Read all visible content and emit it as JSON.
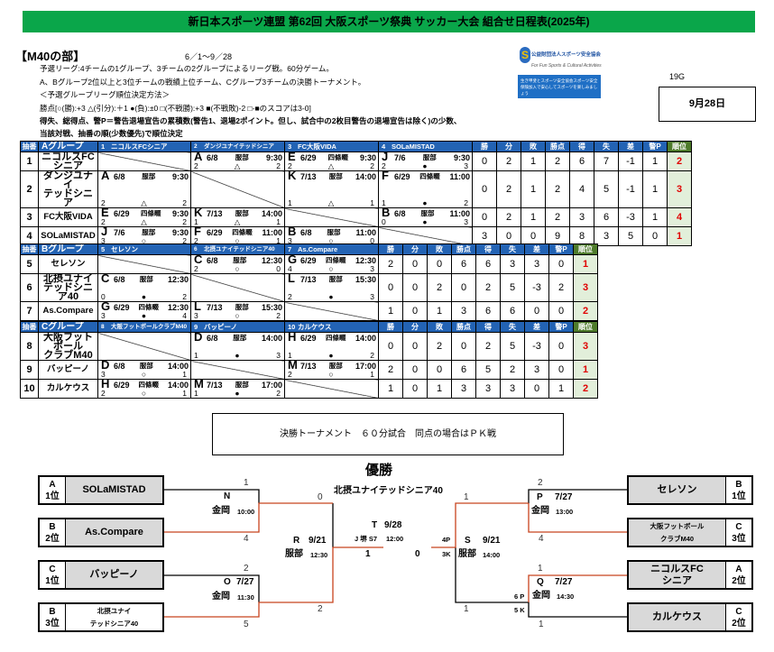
{
  "title": "新日本スポーツ連盟 第62回 大阪スポーツ祭典 サッカー大会 組合せ日程表(2025年)",
  "section": "【M40の部】",
  "period": "6／1～9／28",
  "rules": [
    "予選リーグ:4チームの1グループ、3チームの2グループによるリーグ戦。60分ゲーム。",
    "A、Bグループ2位以上と3位チームの戦績上位チーム、Cグループ3チームの決勝トーナメント。",
    "＜予選グループリーグ順位決定方法＞",
    "勝点[○(勝):+3 △(引分):＋1 ●(負):±0 □(不戦勝):+3 ■(不戦敗)-2 □-■のスコアは3-0]",
    "得失、総得点、警P＝警告退場宣告の累積数(警告1、退場2ポイント。但し、試合中の2枚目警告の退場宣告は除く)の少数、",
    "当該対戦、抽番の順(少数優先)で順位決定"
  ],
  "logo": {
    "line1": "公益財団法人スポーツ安全協会",
    "line2": "For Fun Sports & Cultural Activities",
    "line3": "生き甲斐とスポーツ安全協会スポーツ安全保険加入で安心してスポーツを楽しみましょう"
  },
  "game_count": "19G",
  "date_box": "9月28日",
  "stat_headers": [
    "勝",
    "分",
    "敗",
    "勝点",
    "得",
    "失",
    "差",
    "警P",
    "順位"
  ],
  "draw_label": "抽番",
  "groups": [
    {
      "name": "Aグループ",
      "teams": [
        {
          "no": "1",
          "header": "ニコルスFCシニア",
          "name": "ニコルスFC\nシニア"
        },
        {
          "no": "2",
          "header": "ダンジユナイテッドシニア",
          "name": "ダンジユナイ\nテッドシニア"
        },
        {
          "no": "3",
          "header": "FC大阪VIDA",
          "name": "FC大阪VIDA",
          "big": true
        },
        {
          "no": "4",
          "header": "SOLaMISTAD",
          "name": "SOLaMISTAD",
          "big": true
        }
      ],
      "matches": [
        [
          null,
          {
            "code": "A",
            "date": "6/8",
            "venue": "服部",
            "time": "9:30",
            "sl": "2",
            "res": "△",
            "sr": "2"
          },
          {
            "code": "E",
            "date": "6/29",
            "venue": "四條畷",
            "time": "9:30",
            "sl": "2",
            "res": "△",
            "sr": "2"
          },
          {
            "code": "J",
            "date": "7/6",
            "venue": "服部",
            "time": "9:30",
            "sl": "2",
            "res": "●",
            "sr": "3"
          }
        ],
        [
          {
            "code": "A",
            "date": "6/8",
            "venue": "服部",
            "time": "9:30",
            "sl": "2",
            "res": "△",
            "sr": "2"
          },
          null,
          {
            "code": "K",
            "date": "7/13",
            "venue": "服部",
            "time": "14:00",
            "sl": "1",
            "res": "△",
            "sr": "1"
          },
          {
            "code": "F",
            "date": "6/29",
            "venue": "四條畷",
            "time": "11:00",
            "sl": "1",
            "res": "●",
            "sr": "2"
          }
        ],
        [
          {
            "code": "E",
            "date": "6/29",
            "venue": "四條畷",
            "time": "9:30",
            "sl": "2",
            "res": "△",
            "sr": "2"
          },
          {
            "code": "K",
            "date": "7/13",
            "venue": "服部",
            "time": "14:00",
            "sl": "1",
            "res": "△",
            "sr": "1"
          },
          null,
          {
            "code": "B",
            "date": "6/8",
            "venue": "服部",
            "time": "11:00",
            "sl": "0",
            "res": "●",
            "sr": "3"
          }
        ],
        [
          {
            "code": "J",
            "date": "7/6",
            "venue": "服部",
            "time": "9:30",
            "sl": "3",
            "res": "○",
            "sr": "2"
          },
          {
            "code": "F",
            "date": "6/29",
            "venue": "四條畷",
            "time": "11:00",
            "sl": "2",
            "res": "○",
            "sr": "1"
          },
          {
            "code": "B",
            "date": "6/8",
            "venue": "服部",
            "time": "11:00",
            "sl": "3",
            "res": "○",
            "sr": "0"
          },
          null
        ]
      ],
      "stats": [
        [
          "0",
          "2",
          "1",
          "2",
          "6",
          "7",
          "-1",
          "1",
          "2"
        ],
        [
          "0",
          "2",
          "1",
          "2",
          "4",
          "5",
          "-1",
          "1",
          "3"
        ],
        [
          "0",
          "2",
          "1",
          "2",
          "3",
          "6",
          "-3",
          "1",
          "4"
        ],
        [
          "3",
          "0",
          "0",
          "9",
          "8",
          "3",
          "5",
          "0",
          "1"
        ]
      ]
    },
    {
      "name": "Bグループ",
      "teams": [
        {
          "no": "5",
          "header": "セレソン",
          "name": "セレソン",
          "big": true
        },
        {
          "no": "6",
          "header": "北摂ユナイテッドシニア40",
          "name": "北摂ユナイ\nテッドシニア40"
        },
        {
          "no": "7",
          "header": "As.Compare",
          "name": "As.Compare",
          "big": true
        }
      ],
      "matches": [
        [
          null,
          {
            "code": "C",
            "date": "6/8",
            "venue": "服部",
            "time": "12:30",
            "sl": "2",
            "res": "○",
            "sr": "0"
          },
          {
            "code": "G",
            "date": "6/29",
            "venue": "四條畷",
            "time": "12:30",
            "sl": "4",
            "res": "○",
            "sr": "3"
          }
        ],
        [
          {
            "code": "C",
            "date": "6/8",
            "venue": "服部",
            "time": "12:30",
            "sl": "0",
            "res": "●",
            "sr": "2"
          },
          null,
          {
            "code": "L",
            "date": "7/13",
            "venue": "服部",
            "time": "15:30",
            "sl": "2",
            "res": "●",
            "sr": "3"
          }
        ],
        [
          {
            "code": "G",
            "date": "6/29",
            "venue": "四條畷",
            "time": "12:30",
            "sl": "3",
            "res": "●",
            "sr": "4"
          },
          {
            "code": "L",
            "date": "7/13",
            "venue": "服部",
            "time": "15:30",
            "sl": "3",
            "res": "○",
            "sr": "2"
          },
          null
        ]
      ],
      "stats": [
        [
          "2",
          "0",
          "0",
          "6",
          "6",
          "3",
          "3",
          "0",
          "1"
        ],
        [
          "0",
          "0",
          "2",
          "0",
          "2",
          "5",
          "-3",
          "2",
          "3"
        ],
        [
          "1",
          "0",
          "1",
          "3",
          "6",
          "6",
          "0",
          "0",
          "2"
        ]
      ]
    },
    {
      "name": "Cグループ",
      "teams": [
        {
          "no": "8",
          "header": "大阪フットボールクラブM40",
          "name": "大阪フットボール\nクラブM40"
        },
        {
          "no": "9",
          "header": "バッピーノ",
          "name": "バッピーノ",
          "big": true
        },
        {
          "no": "10",
          "header": "カルケウス",
          "name": "カルケウス",
          "big": true
        }
      ],
      "matches": [
        [
          null,
          {
            "code": "D",
            "date": "6/8",
            "venue": "服部",
            "time": "14:00",
            "sl": "1",
            "res": "●",
            "sr": "3"
          },
          {
            "code": "H",
            "date": "6/29",
            "venue": "四條畷",
            "time": "14:00",
            "sl": "1",
            "res": "●",
            "sr": "2"
          }
        ],
        [
          {
            "code": "D",
            "date": "6/8",
            "venue": "服部",
            "time": "14:00",
            "sl": "3",
            "res": "○",
            "sr": "1"
          },
          null,
          {
            "code": "M",
            "date": "7/13",
            "venue": "服部",
            "time": "17:00",
            "sl": "2",
            "res": "○",
            "sr": "1"
          }
        ],
        [
          {
            "code": "H",
            "date": "6/29",
            "venue": "四條畷",
            "time": "14:00",
            "sl": "2",
            "res": "○",
            "sr": "1"
          },
          {
            "code": "M",
            "date": "7/13",
            "venue": "服部",
            "time": "17:00",
            "sl": "1",
            "res": "●",
            "sr": "2"
          },
          null
        ]
      ],
      "stats": [
        [
          "0",
          "0",
          "2",
          "0",
          "2",
          "5",
          "-3",
          "0",
          "3"
        ],
        [
          "2",
          "0",
          "0",
          "6",
          "5",
          "2",
          "3",
          "0",
          "1"
        ],
        [
          "1",
          "0",
          "1",
          "3",
          "3",
          "3",
          "0",
          "1",
          "2"
        ]
      ]
    }
  ],
  "tournament": {
    "notice": "決勝トーナメント　６０分試合　同点の場合はＰＫ戦",
    "champion_label": "優勝",
    "champion": "北摂ユナイテッドシニア40",
    "left": [
      {
        "group": "A",
        "rank": "1位",
        "name": "SOLaMISTAD",
        "shaded": true
      },
      {
        "group": "B",
        "rank": "2位",
        "name": "As.Compare",
        "shaded": true
      },
      {
        "group": "C",
        "rank": "1位",
        "name": "バッピーノ",
        "shaded": true
      },
      {
        "group": "B",
        "rank": "3位",
        "name": "北摂ユナイ\nテッドシニア40",
        "shaded": false,
        "small": true
      }
    ],
    "right": [
      {
        "group": "B",
        "rank": "1位",
        "name": "セレソン",
        "shaded": true
      },
      {
        "group": "C",
        "rank": "3位",
        "name": "大阪フットボール\nクラブM40",
        "shaded": true,
        "small": true
      },
      {
        "group": "A",
        "rank": "2位",
        "name": "ニコルスFC\nシニア",
        "shaded": true
      },
      {
        "group": "C",
        "rank": "2位",
        "name": "カルケウス",
        "shaded": true
      }
    ],
    "matches": {
      "N": {
        "label": "N",
        "date": "",
        "venue": "金岡",
        "time": "10:00",
        "score_top": "1",
        "score_bottom": "4"
      },
      "O": {
        "label": "O",
        "date": "7/27",
        "venue": "金岡",
        "time": "11:30",
        "score_top": "2",
        "score_bottom": "5"
      },
      "P": {
        "label": "P",
        "date": "7/27",
        "venue": "金岡",
        "time": "13:00",
        "score_top": "2",
        "score_bottom": "4"
      },
      "Q": {
        "label": "Q",
        "date": "7/27",
        "venue": "金岡",
        "time": "14:30",
        "score_top": "1",
        "score_bottom": "1",
        "pk_top": "6 P",
        "pk_bottom": "5 K"
      },
      "R": {
        "label": "R",
        "date": "9/21",
        "venue": "服部",
        "time": "12:30",
        "score_top": "0",
        "score_bottom": "2"
      },
      "S": {
        "label": "S",
        "date": "9/21",
        "venue": "服部",
        "time": "14:00",
        "score_top": "1",
        "score_bottom": "1",
        "pk_top": "4P",
        "pk_bottom": "3K"
      },
      "T": {
        "label": "T",
        "date": "9/28",
        "venue": "J 堺 S7",
        "time": "12:00",
        "score_left": "1",
        "score_right": "0"
      }
    }
  },
  "colors": {
    "title_bg": "#0aa64a",
    "header_bg": "#2363b4",
    "rank_header_bg": "#4e7b2b",
    "rank_bg": "#e2efda",
    "rank_text": "#e00000",
    "winner_line": "#c8431e"
  }
}
